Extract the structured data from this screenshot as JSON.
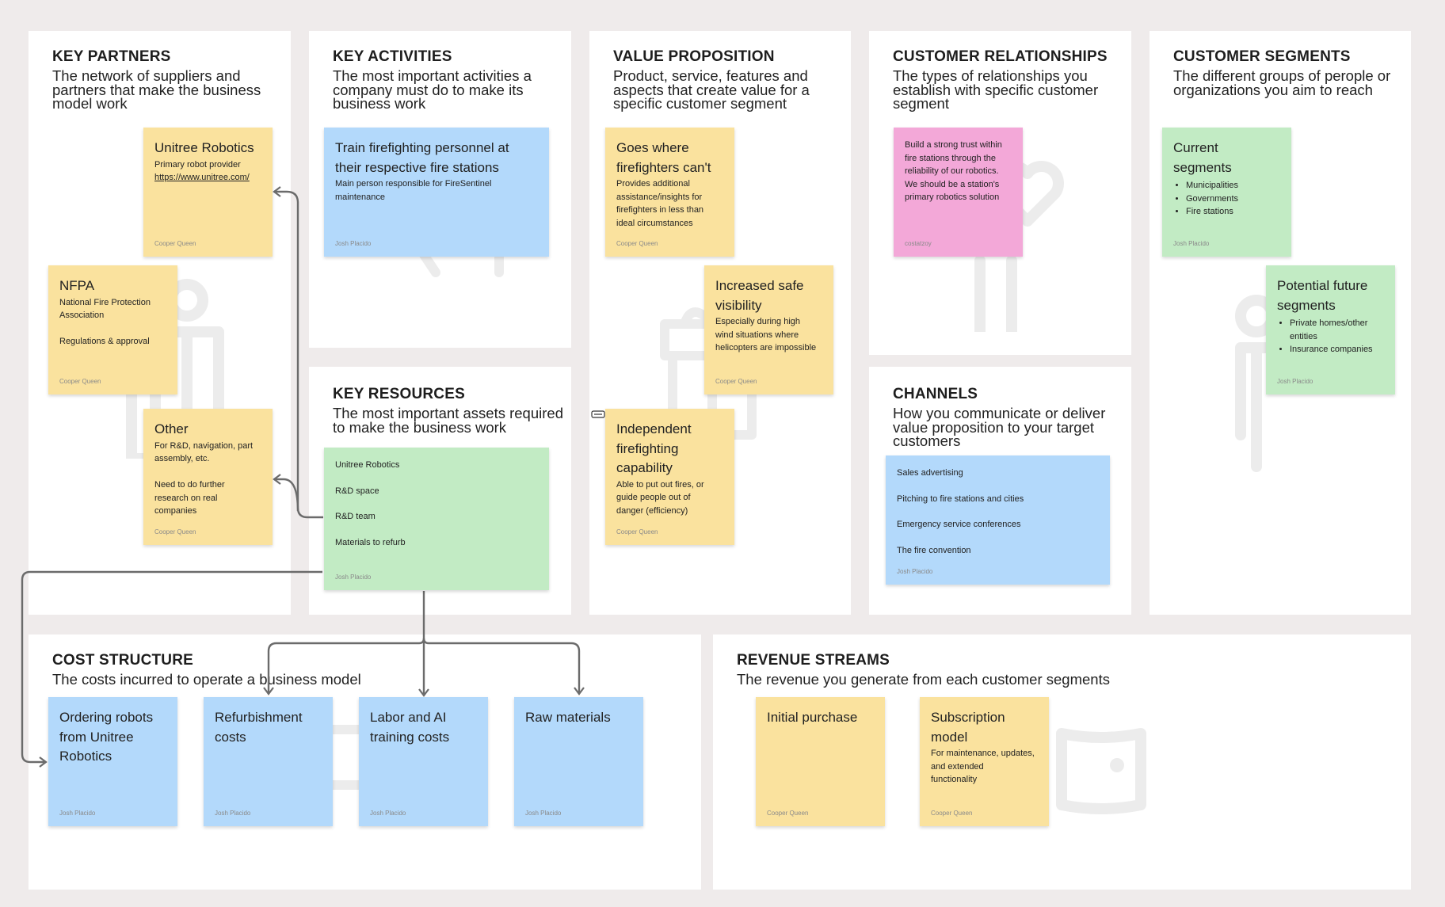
{
  "panels": {
    "key_partners": {
      "title": "KEY PARTNERS",
      "desc": "The network of suppliers and partners that make the business model work"
    },
    "key_activities": {
      "title": "KEY ACTIVITIES",
      "desc": "The most important activities a company must do to make its business work"
    },
    "value_proposition": {
      "title": "VALUE PROPOSITION",
      "desc": "Product, service, features and aspects that create value for a specific customer segment"
    },
    "customer_relationships": {
      "title": "CUSTOMER RELATIONSHIPS",
      "desc": "The types of relationships you establish with specific customer segment"
    },
    "customer_segments": {
      "title": "CUSTOMER SEGMENTS",
      "desc": "The different groups of perople or organizations you aim to reach"
    },
    "key_resources": {
      "title": "KEY RESOURCES",
      "desc": "The most important assets required to make the business work"
    },
    "channels": {
      "title": "CHANNELS",
      "desc": "How you communicate or deliver value proposition to your target customers"
    },
    "cost_structure": {
      "title": "COST STRUCTURE",
      "desc": "The costs incurred to operate a business model"
    },
    "revenue_streams": {
      "title": "REVENUE STREAMS",
      "desc": "The revenue you generate from each customer segments"
    }
  },
  "notes": {
    "unitree": {
      "title": "Unitree Robotics",
      "line1": "Primary robot provider",
      "link": "https://www.unitree.com/",
      "author": "Cooper Queen"
    },
    "nfpa": {
      "title": "NFPA",
      "body": "National Fire Protection\nAssociation\n\nRegulations & approval",
      "author": "Cooper Queen"
    },
    "other": {
      "title": "Other",
      "body": "For R&D, navigation, part\nassembly, etc.\n\nNeed to do further\nresearch on real\ncompanies",
      "author": "Cooper Queen"
    },
    "train": {
      "title": "Train firefighting personnel at their respective fire stations",
      "body": "Main person responsible for FireSentinel\nmaintenance",
      "author": "Josh Placido"
    },
    "resources": {
      "items": [
        "Unitree Robotics",
        "R&D space",
        "R&D team",
        "Materials to refurb"
      ],
      "author": "Josh Placido"
    },
    "goes_where": {
      "title": "Goes where firefighters can't",
      "body": "Provides additional\nassistance/insights for\nfirefighters in less than\nideal circumstances",
      "author": "Cooper Queen"
    },
    "visibility": {
      "title": "Increased safe visibility",
      "body": "Especially during high\nwind situations where\nhelicopters are impossible",
      "author": "Cooper Queen"
    },
    "independent": {
      "title": "Independent firefighting capability",
      "body": "Able to put out fires, or\nguide people out of\ndanger (efficiency)",
      "author": "Cooper Queen"
    },
    "trust": {
      "body": "Build a strong trust within\nfire stations through the\nreliability of our robotics.\nWe should be a station's\nprimary robotics solution",
      "author": "costatzoy"
    },
    "channels": {
      "items": [
        "Sales advertising",
        "Pitching to fire stations and cities",
        "Emergency service conferences",
        "The fire convention"
      ],
      "author": "Josh Placido"
    },
    "current_segments": {
      "title": "Current segments",
      "items": [
        "Municipalities",
        "Governments",
        "Fire stations"
      ],
      "author": "Josh Placido"
    },
    "future_segments": {
      "title": "Potential future segments",
      "items": [
        "Private homes/other entities",
        "Insurance companies"
      ],
      "author": "Josh Placido"
    },
    "cost_robots": {
      "title": "Ordering robots from Unitree Robotics",
      "author": "Josh Placido"
    },
    "cost_refurb": {
      "title": "Refurbishment costs",
      "author": "Josh Placido"
    },
    "cost_labor": {
      "title": "Labor and AI training costs",
      "author": "Josh Placido"
    },
    "cost_raw": {
      "title": "Raw materials",
      "author": "Josh Placido"
    },
    "initial_purchase": {
      "title": "Initial purchase",
      "author": "Cooper Queen"
    },
    "subscription": {
      "title": "Subscription model",
      "body": "For maintenance, updates,\nand extended\nfunctionality",
      "author": "Cooper Queen"
    }
  },
  "icons": [
    "person-icon",
    "gift-icon",
    "heart-icon",
    "handshake-icon",
    "wallet-icon",
    "tag-icon",
    "truck-icon",
    "robot-icon",
    "cursor-icon"
  ],
  "colors": {
    "yellow": "#fae29e",
    "blue": "#b3d9fb",
    "green": "#c2ebc4",
    "pink": "#f3a8d8",
    "background": "#efebeb",
    "connector": "#6b6b6b"
  }
}
